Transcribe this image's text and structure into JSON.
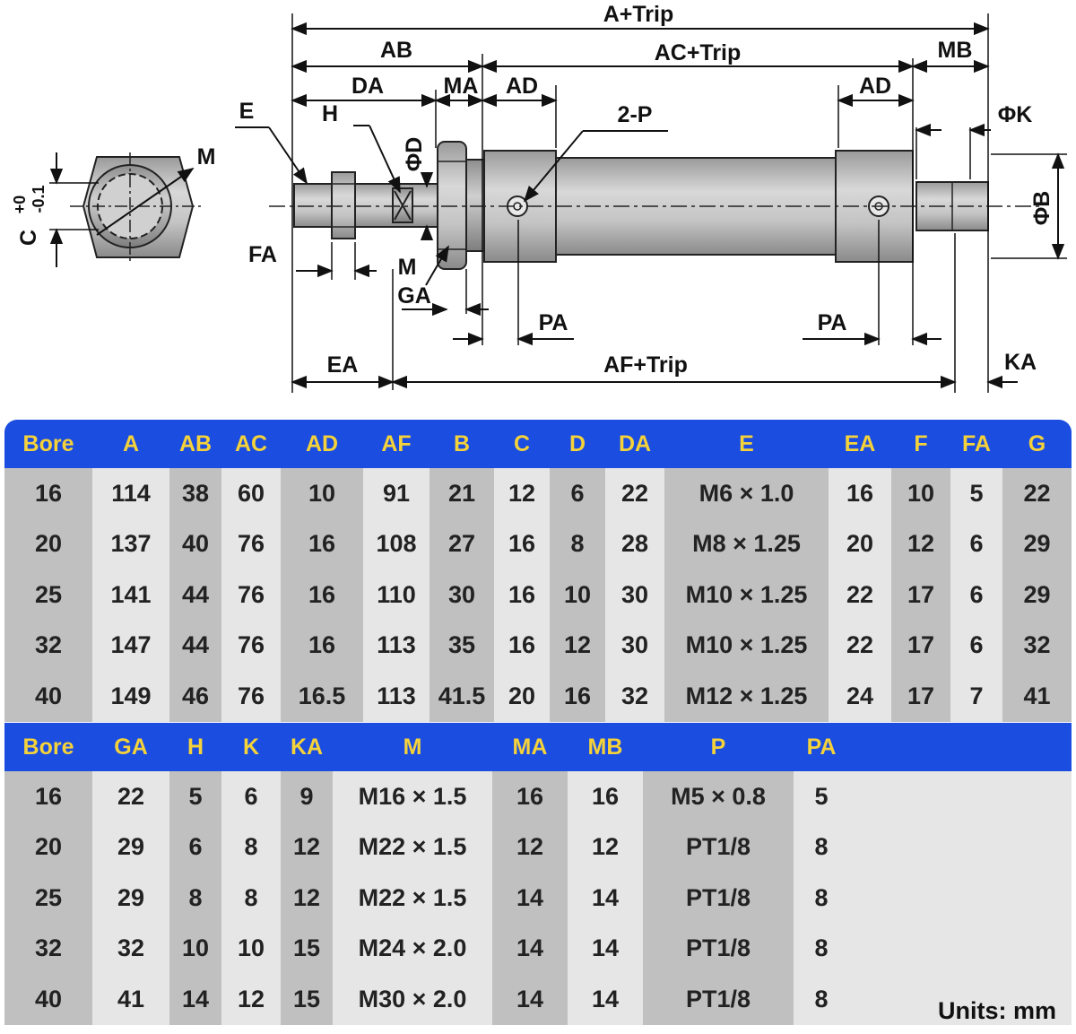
{
  "drawing": {
    "labels": {
      "a_trip": "A+Trip",
      "ab": "AB",
      "ac_trip": "AC+Trip",
      "mb": "MB",
      "da": "DA",
      "ma": "MA",
      "ad_left": "AD",
      "ad_right": "AD",
      "e": "E",
      "h": "H",
      "phi_d": "ΦD",
      "two_p": "2-P",
      "phi_k": "ΦK",
      "phi_b": "ΦB",
      "fa": "FA",
      "m_side": "M",
      "ga": "GA",
      "pa_left": "PA",
      "pa_right": "PA",
      "ea": "EA",
      "af_trip": "AF+Trip",
      "ka": "KA",
      "m_end": "M",
      "c": "C",
      "tol_top": "+0",
      "tol_bot": "-0.1"
    }
  },
  "table1": {
    "headers": [
      "Bore",
      "A",
      "AB",
      "AC",
      "AD",
      "AF",
      "B",
      "C",
      "D",
      "DA",
      "E",
      "EA",
      "F",
      "FA",
      "G"
    ],
    "rows": [
      [
        "16",
        "114",
        "38",
        "60",
        "10",
        "91",
        "21",
        "12",
        "6",
        "22",
        "M6 × 1.0",
        "16",
        "10",
        "5",
        "22"
      ],
      [
        "20",
        "137",
        "40",
        "76",
        "16",
        "108",
        "27",
        "16",
        "8",
        "28",
        "M8 × 1.25",
        "20",
        "12",
        "6",
        "29"
      ],
      [
        "25",
        "141",
        "44",
        "76",
        "16",
        "110",
        "30",
        "16",
        "10",
        "30",
        "M10 × 1.25",
        "22",
        "17",
        "6",
        "29"
      ],
      [
        "32",
        "147",
        "44",
        "76",
        "16",
        "113",
        "35",
        "16",
        "12",
        "30",
        "M10 × 1.25",
        "22",
        "17",
        "6",
        "32"
      ],
      [
        "40",
        "149",
        "46",
        "76",
        "16.5",
        "113",
        "41.5",
        "20",
        "16",
        "32",
        "M12 × 1.25",
        "24",
        "17",
        "7",
        "41"
      ]
    ]
  },
  "table2": {
    "headers": [
      "Bore",
      "GA",
      "H",
      "K",
      "KA",
      "M",
      "MA",
      "MB",
      "P",
      "PA",
      ""
    ],
    "rows": [
      [
        "16",
        "22",
        "5",
        "6",
        "9",
        "M16 × 1.5",
        "16",
        "16",
        "M5 × 0.8",
        "5",
        ""
      ],
      [
        "20",
        "29",
        "6",
        "8",
        "12",
        "M22 × 1.5",
        "12",
        "12",
        "PT1/8",
        "8",
        ""
      ],
      [
        "25",
        "29",
        "8",
        "8",
        "12",
        "M22 × 1.5",
        "14",
        "14",
        "PT1/8",
        "8",
        ""
      ],
      [
        "32",
        "32",
        "10",
        "10",
        "15",
        "M24 × 2.0",
        "14",
        "14",
        "PT1/8",
        "8",
        ""
      ],
      [
        "40",
        "41",
        "14",
        "12",
        "15",
        "M30 × 2.0",
        "14",
        "14",
        "PT1/8",
        "8",
        ""
      ]
    ]
  },
  "units": "Units: mm",
  "colors": {
    "header_bg": "#1a4de0",
    "header_text": "#f5d23a",
    "shade": "#c0c0c0",
    "light": "#e6e6e6"
  }
}
